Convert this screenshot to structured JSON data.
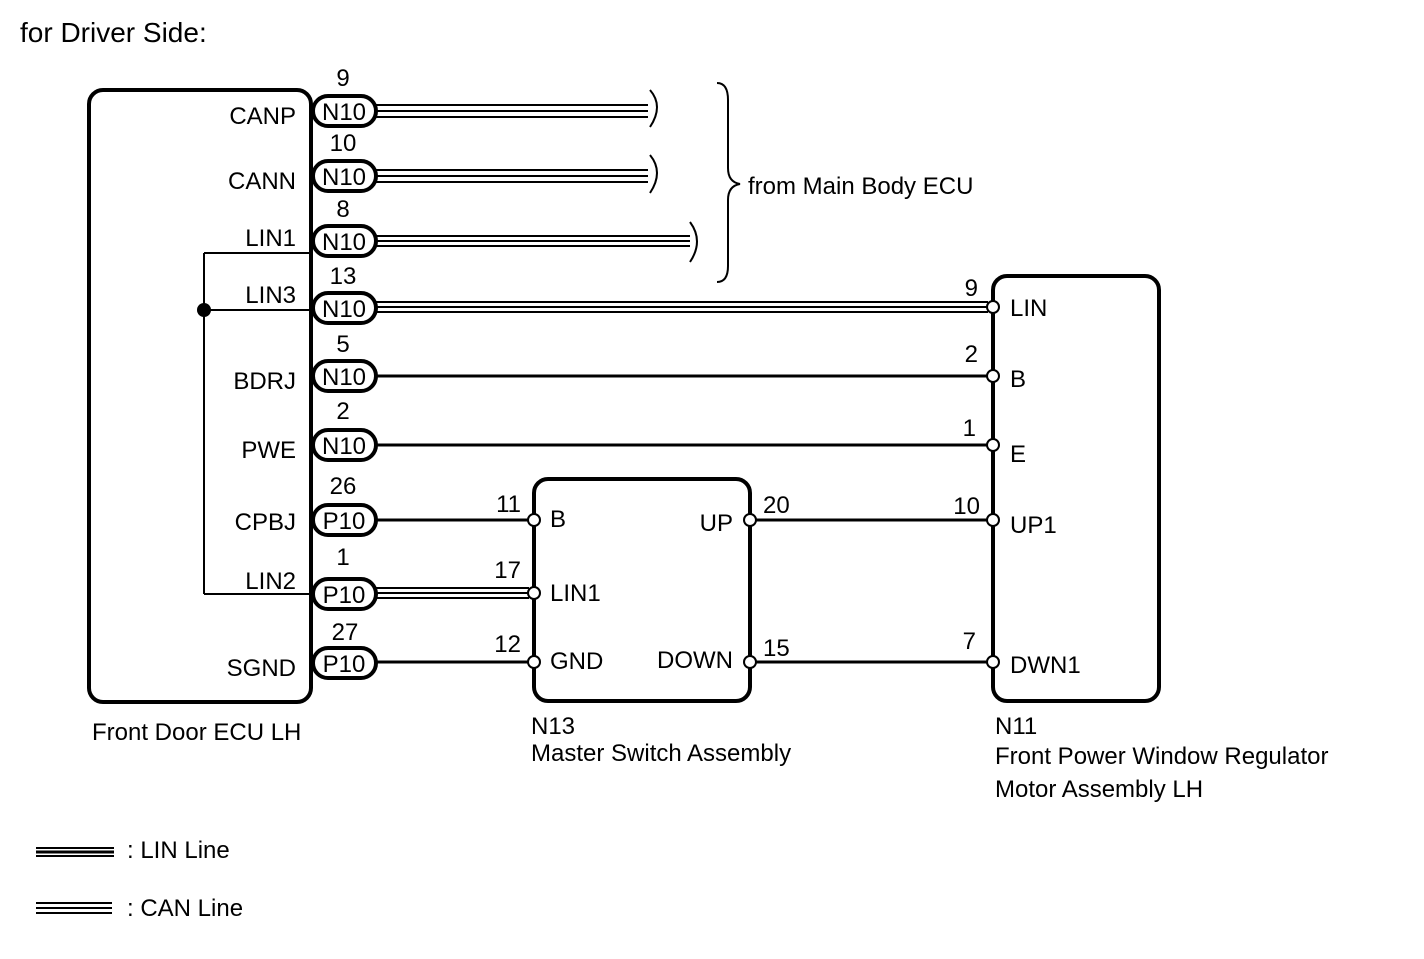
{
  "title": "for Driver Side:",
  "brace_label": "from Main Body ECU",
  "ecu": {
    "name": "Front Door ECU LH",
    "pins": [
      {
        "label": "CANP",
        "num": "9",
        "conn": "N10"
      },
      {
        "label": "CANN",
        "num": "10",
        "conn": "N10"
      },
      {
        "label": "LIN1",
        "num": "8",
        "conn": "N10"
      },
      {
        "label": "LIN3",
        "num": "13",
        "conn": "N10"
      },
      {
        "label": "BDRJ",
        "num": "5",
        "conn": "N10"
      },
      {
        "label": "PWE",
        "num": "2",
        "conn": "N10"
      },
      {
        "label": "CPBJ",
        "num": "26",
        "conn": "P10"
      },
      {
        "label": "LIN2",
        "num": "1",
        "conn": "P10"
      },
      {
        "label": "SGND",
        "num": "27",
        "conn": "P10"
      }
    ]
  },
  "master_switch": {
    "code": "N13",
    "name": "Master Switch Assembly",
    "left_pins": [
      {
        "num": "11",
        "label": "B"
      },
      {
        "num": "17",
        "label": "LIN1"
      },
      {
        "num": "12",
        "label": "GND"
      }
    ],
    "right_pins": [
      {
        "num": "20",
        "label": "UP"
      },
      {
        "num": "15",
        "label": "DOWN"
      }
    ]
  },
  "motor": {
    "code": "N11",
    "name_line1": "Front Power Window Regulator",
    "name_line2": "Motor Assembly LH",
    "pins": [
      {
        "num": "9",
        "label": "LIN"
      },
      {
        "num": "2",
        "label": "B"
      },
      {
        "num": "1",
        "label": "E"
      },
      {
        "num": "10",
        "label": "UP1"
      },
      {
        "num": "7",
        "label": "DWN1"
      }
    ]
  },
  "legend": [
    {
      "symbol": "lin-line-symbol",
      "label": ": LIN Line"
    },
    {
      "symbol": "can-line-symbol",
      "label": ": CAN Line"
    }
  ]
}
